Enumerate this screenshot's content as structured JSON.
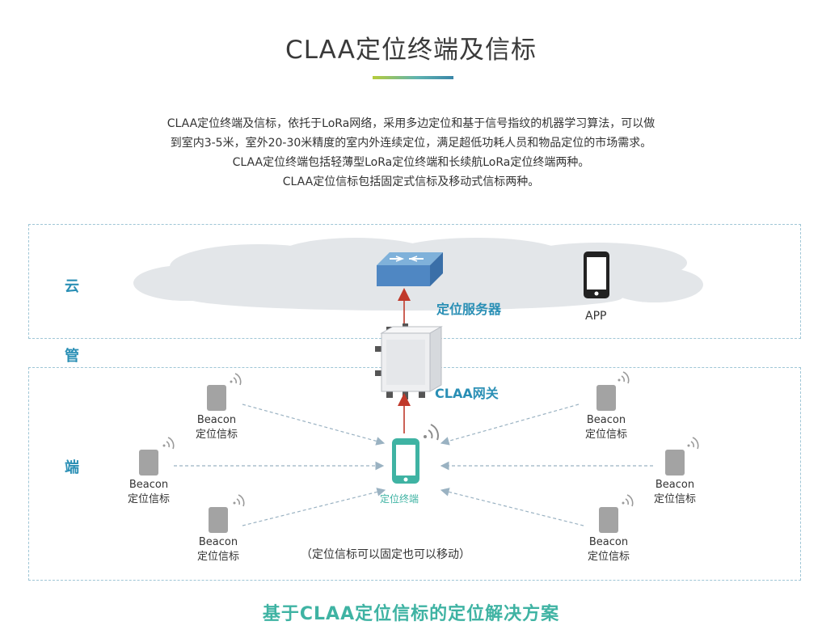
{
  "header": {
    "title": "CLAA定位终端及信标"
  },
  "description": {
    "lines": [
      "CLAA定位终端及信标，依托于LoRa网络，采用多边定位和基于信号指纹的机器学习算法，可以做",
      "到室内3-5米，室外20-30米精度的室内外连续定位，满足超低功耗人员和物品定位的市场需求。",
      "CLAA定位终端包括轻薄型LoRa定位终端和长续航LoRa定位终端两种。",
      "CLAA定位信标包括固定式信标及移动式信标两种。"
    ]
  },
  "diagram": {
    "layers": {
      "cloud": "云",
      "pipe": "管",
      "end": "端"
    },
    "server_label": "定位服务器",
    "app_label": "APP",
    "gateway_label": "CLAA网关",
    "terminal_label": "定位终端",
    "beacons": [
      {
        "name": "Beacon",
        "label": "定位信标"
      },
      {
        "name": "Beacon",
        "label": "定位信标"
      },
      {
        "name": "Beacon",
        "label": "定位信标"
      },
      {
        "name": "Beacon",
        "label": "定位信标"
      },
      {
        "name": "Beacon",
        "label": "定位信标"
      },
      {
        "name": "Beacon",
        "label": "定位信标"
      }
    ],
    "note": "（定位信标可以固定也可以移动）"
  },
  "footer": {
    "title": "基于CLAA定位信标的定位解决方案"
  },
  "colors": {
    "accent_blue": "#2a8fb5",
    "accent_green": "#3fb3a3",
    "arrow_red": "#c0392b"
  }
}
